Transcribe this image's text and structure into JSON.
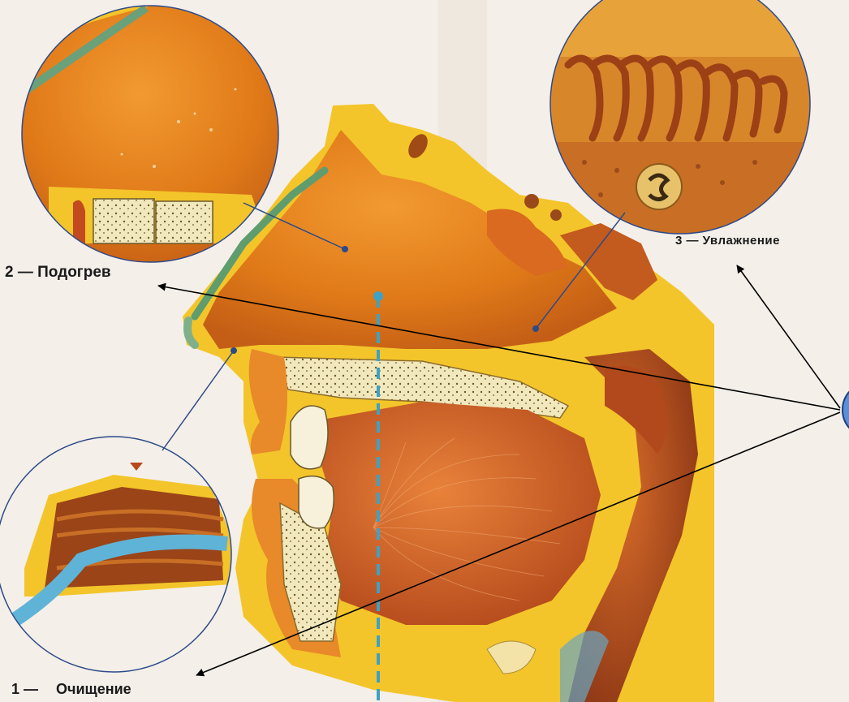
{
  "labels": {
    "warming": "2 — Подогрев",
    "humidification": "3 — Увлажнение",
    "cleaning_number": "1 —",
    "cleaning_word": "Очищение"
  },
  "colors": {
    "background": "#f4efe9",
    "tissue_orange": "#e07a18",
    "tissue_dark": "#a9461a",
    "mucosa_yellow": "#f3c52a",
    "bone": "#f0e6b8",
    "air_blue": "#5fb3d6",
    "pointer_line": "#000000",
    "leader_line": "#2d4a88"
  },
  "icons": {
    "hub": "blue-circle-marker",
    "arrowheads": "black-arrowheads"
  }
}
